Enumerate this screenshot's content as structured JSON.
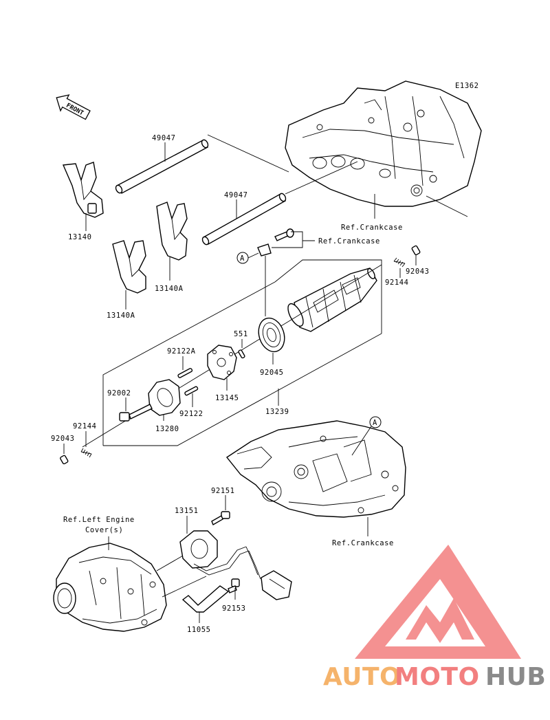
{
  "diagram_id": "E1362",
  "front_arrow": "FRONT",
  "labels": {
    "shift_rod_a": "49047",
    "shift_rod_b": "49047",
    "fork_13140": "13140",
    "fork_13140a_left": "13140A",
    "fork_13140a_right": "13140A",
    "ref_crankcase_top": "Ref.Crankcase",
    "ref_crankcase_bolt": "Ref.Crankcase",
    "callout_a_top": "A",
    "callout_a_bottom": "A",
    "pin_92043_right": "92043",
    "spring_92144_right": "92144",
    "pin_551": "551",
    "bearing_92045": "92045",
    "pin_92122a": "92122A",
    "pin_92122": "92122",
    "holder_13145": "13145",
    "bolt_92002": "92002",
    "cam_13280": "13280",
    "drum_13239": "13239",
    "spring_92144_left": "92144",
    "pin_92043_left": "92043",
    "bolt_92151": "92151",
    "sensor_13151": "13151",
    "ref_left_cover_line1": "Ref.Left Engine",
    "ref_left_cover_line2": "Cover(s)",
    "ref_crankcase_bottom": "Ref.Crankcase",
    "bolt_92153": "92153",
    "clamp_11055": "11055"
  },
  "watermark": {
    "part1": "AUTO",
    "part2": "MOTO",
    "part3": "HUB",
    "colors": {
      "auto": "#f5b36b",
      "moto": "#f27f7f",
      "hub": "#8a8a8a",
      "logo": "#f37e7e"
    }
  }
}
